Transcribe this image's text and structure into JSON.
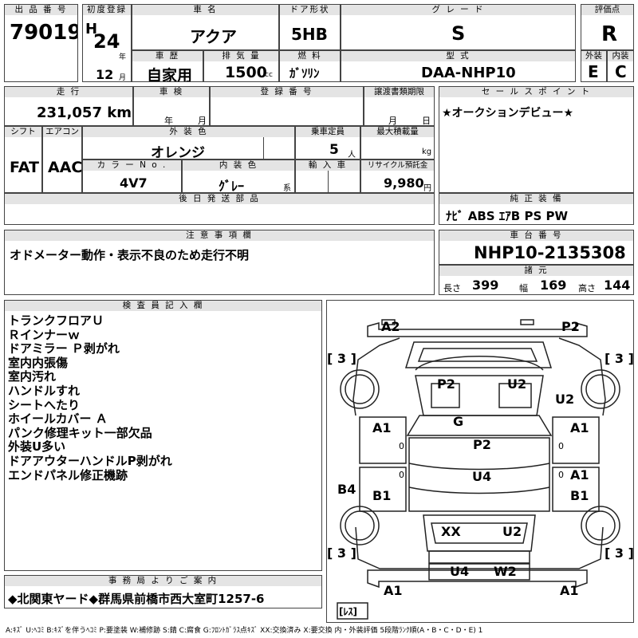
{
  "top": {
    "lot_label": "出 品 番 号",
    "lot_no": "79019",
    "reg_label": "初度登録",
    "era": "H",
    "year": "24",
    "year_unit": "年",
    "month": "12",
    "month_unit": "月",
    "name_label": "車 名",
    "name": "アクア",
    "door_label": "ドア形状",
    "door": "5HB",
    "grade_label": "グ レ ー ド",
    "grade": "S",
    "score_label": "評価点",
    "score": "R",
    "history_label": "車 歴",
    "history": "自家用",
    "disp_label": "排 気 量",
    "disp": "1500",
    "disp_unit": "cc",
    "fuel_label": "燃 料",
    "fuel": "ｶﾞｿﾘﾝ",
    "model_label": "型 式",
    "model": "DAA-NHP10",
    "ext_label": "外装",
    "ext": "E",
    "int_label": "内装",
    "int": "C"
  },
  "mid": {
    "mileage_label": "走 行",
    "mileage": "231,057 km(#)",
    "inspection_label": "車 検",
    "insp_year_unit": "年",
    "insp_month_unit": "月",
    "regno_label": "登 録 番 号",
    "transfer_label": "譲渡書類期限",
    "transfer_month_unit": "月",
    "transfer_day_unit": "日",
    "shift_label": "シフト",
    "shift": "FAT",
    "ac_label": "エアコン",
    "ac": "AAC",
    "color_label": "外 装 色",
    "color": "オレンジ",
    "seats_label": "乗車定員",
    "seats": "5",
    "seats_unit": "人",
    "load_label": "最大積載量",
    "load_unit": "kg",
    "colorno_label": "カ ラ ー N o .",
    "colorno": "4V7",
    "intcolor_label": "内 装 色",
    "intcolor": "ｸﾞﾚｰ",
    "intcolor_unit": "系",
    "import_label": "輸 入 車",
    "recycle_label": "リサイクル預託金",
    "recycle": "9,980",
    "recycle_unit": "円",
    "later_label": "後 日 発 送 部 品",
    "sales_label": "セ ー ル ス ポ イ ン ト",
    "sales": "★オークションデビュー★",
    "equip_label": "純 正 装 備",
    "equip": "ﾅﾋﾞ ABS ｴｱB PS PW",
    "notice_label": "注 意 事 項 欄",
    "notice": "オドメーター動作・表示不良のため走行不明",
    "chassis_label": "車 台 番 号",
    "chassis": "NHP10-2135308",
    "dims_label": "諸 元",
    "len_label": "長さ",
    "len": "399",
    "wid_label": "幅",
    "wid": "169",
    "hei_label": "高さ",
    "hei": "144"
  },
  "inspector": {
    "label": "検 査 員 記 入 欄",
    "notes": [
      "トランクフロアＵ",
      "Ｒインナーｗ",
      "ドアミラー Ｐ剥がれ",
      "室内内張傷",
      "室内汚れ",
      "ハンドルすれ",
      "シートへたり",
      "ホイールカバー Ａ",
      "パンク修理キット一部欠品",
      "外装U多い",
      "ドアアウターハンドルP剥がれ",
      "エンドパネル修正機跡"
    ]
  },
  "diagram": {
    "marks": {
      "a2": "A2",
      "p2_tr": "P2",
      "b3l": "[ 3 ]",
      "b3r": "[ 3 ]",
      "p2_in": "P2",
      "u2_in": "U2",
      "u2_r": "U2",
      "g": "G",
      "a1_l": "A1",
      "a1_r": "A1",
      "o_l": "0",
      "o_r": "0",
      "p2_c": "P2",
      "u4_c": "U4",
      "b4": "B4",
      "b1_l": "B1",
      "a1_r2": "A1",
      "b1_r": "B1",
      "o_l2": "0",
      "o_r2": "0",
      "xx": "XX",
      "u2_b": "U2",
      "b3bl": "[ 3 ]",
      "b3br": "[ 3 ]",
      "u4_b": "U4",
      "w2": "W2",
      "a1_bl": "A1",
      "a1_br": "A1",
      "less": "[ﾚｽ]"
    }
  },
  "office": {
    "label": "事 務 局 よ り ご 案 内",
    "text": "◆北関東ヤード◆群馬県前橋市西大室町1257-6"
  },
  "legend": "A:ｷｽﾞ U:ﾍｺﾐ B:ｷｽﾞを伴うﾍｺﾐ P:要塗装 W:補修跡 S:錆 C:腐食 G:ﾌﾛﾝﾄｶﾞﾗｽ点ｷｽﾞ XX:交換済み X:要交換 内・外装評価 5段階ﾗﾝｸ順(A・B・C・D・E) 1"
}
